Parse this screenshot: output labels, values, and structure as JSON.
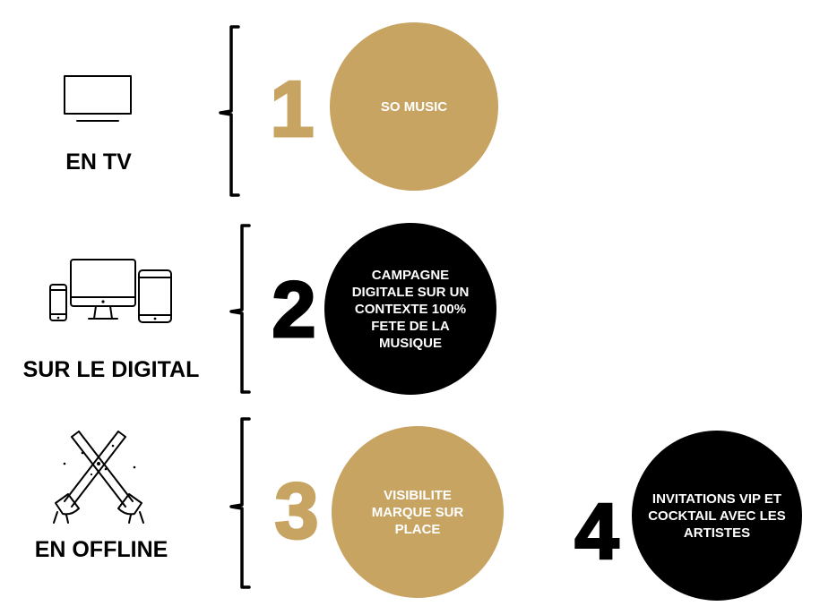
{
  "colors": {
    "gold": "#c7a462",
    "black": "#000000"
  },
  "sections": [
    {
      "label": "EN TV",
      "icon": "tv-icon",
      "number": "1",
      "bubble": "SO MUSIC",
      "bubble_color": "gold"
    },
    {
      "label": "SUR LE DIGITAL",
      "icon": "devices-icon",
      "number": "2",
      "bubble": "CAMPAGNE DIGITALE SUR UN CONTEXTE 100% FETE DE LA MUSIQUE",
      "bubble_color": "black"
    },
    {
      "label": "EN OFFLINE",
      "icon": "spotlights-icon",
      "number": "3",
      "bubble": "VISIBILITE MARQUE SUR PLACE",
      "bubble_color": "gold",
      "extra": {
        "number": "4",
        "bubble": "INVITATIONS VIP ET COCKTAIL AVEC LES ARTISTES",
        "bubble_color": "black"
      }
    }
  ]
}
